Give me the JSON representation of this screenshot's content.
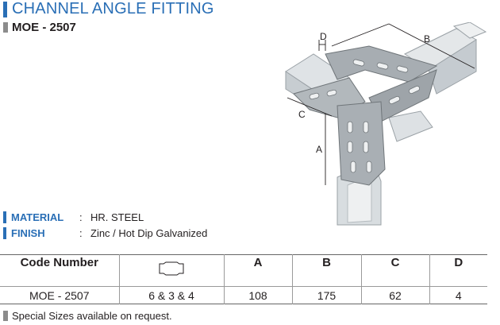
{
  "header": {
    "title": "CHANNEL ANGLE FITTING",
    "code": "MOE - 2507"
  },
  "diagram": {
    "label_a": "A",
    "label_b": "B",
    "label_c": "C",
    "label_d": "D"
  },
  "specs": {
    "material_label": "MATERIAL",
    "material_sep": ":",
    "material_value": "HR. STEEL",
    "finish_label": "FINISH",
    "finish_sep": ":",
    "finish_value": "Zinc / Hot Dip Galvanized"
  },
  "table": {
    "headers": [
      "Code Number",
      "",
      "A",
      "B",
      "C",
      "D"
    ],
    "rows": [
      [
        "MOE - 2507",
        "6 & 3 & 4",
        "108",
        "175",
        "62",
        "4"
      ]
    ]
  },
  "note": "Special Sizes available on request.",
  "colors": {
    "accent": "#2a6fb6",
    "bar_grey": "#8c8c8c"
  },
  "icons": {
    "header_icon_col": "hole-shape-icon"
  }
}
